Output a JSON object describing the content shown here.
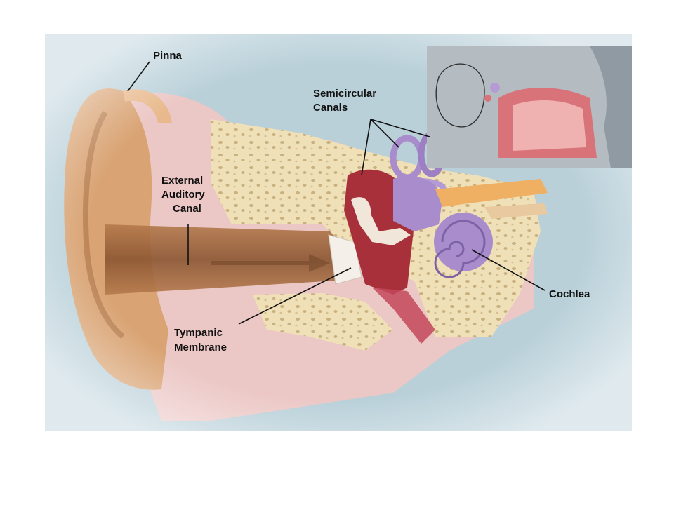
{
  "labels": {
    "pinna": "Pinna",
    "semicircular_line1": "Semicircular",
    "semicircular_line2": "Canals",
    "external_line1": "External",
    "external_line2": "Auditory",
    "external_line3": "Canal",
    "cochlea": "Cochlea",
    "tympanic_line1": "Tympanic",
    "tympanic_line2": "Membrane"
  },
  "colors": {
    "page_background": "#ffffff",
    "panel_background": "#b9d0d9",
    "skin": "#d9a373",
    "skin_shadow": "#a86e42",
    "soft_tissue": "#f3c6c1",
    "bone": "#efe0b8",
    "middle_ear": "#a8303a",
    "inner_ear": "#a88ccc",
    "nerve": "#f0b064"
  }
}
